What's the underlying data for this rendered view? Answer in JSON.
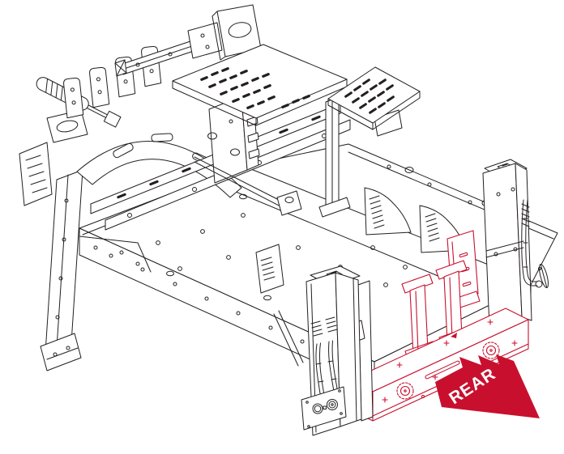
{
  "figure": {
    "type": "isometric-exploded-assembly-diagram",
    "description": "Black line-art isometric drawing of a sim-racing rig chassis; rear shaker enclosure, two support brackets and a side plate are highlighted in red; a red stepped arrow labeled REAR points to the lower right.",
    "colors": {
      "line": "#231f20",
      "highlight": "#c8102e",
      "background": "#ffffff",
      "label_text": "#ffffff"
    },
    "annotations": {
      "rear_arrow": {
        "label": "REAR",
        "shape": "stepped-arrow",
        "direction": "pointing-lower-right",
        "fill": "#c8102e",
        "rotation_deg": -33
      }
    },
    "parts": [
      {
        "id": "chassis-deck",
        "highlighted": false
      },
      {
        "id": "left-curved-support",
        "highlighted": false
      },
      {
        "id": "front-left-post",
        "highlighted": false
      },
      {
        "id": "spring-damper",
        "highlighted": false
      },
      {
        "id": "pedal-mounting-plate",
        "highlighted": false
      },
      {
        "id": "accessory-tray-arm",
        "highlighted": false
      },
      {
        "id": "front-tower",
        "highlighted": false
      },
      {
        "id": "right-tower",
        "highlighted": false
      },
      {
        "id": "louvered-brackets",
        "highlighted": false
      },
      {
        "id": "rear-enclosure-box",
        "highlighted": true
      },
      {
        "id": "rear-support-brackets",
        "highlighted": true
      },
      {
        "id": "rear-side-plate",
        "highlighted": true
      }
    ]
  }
}
